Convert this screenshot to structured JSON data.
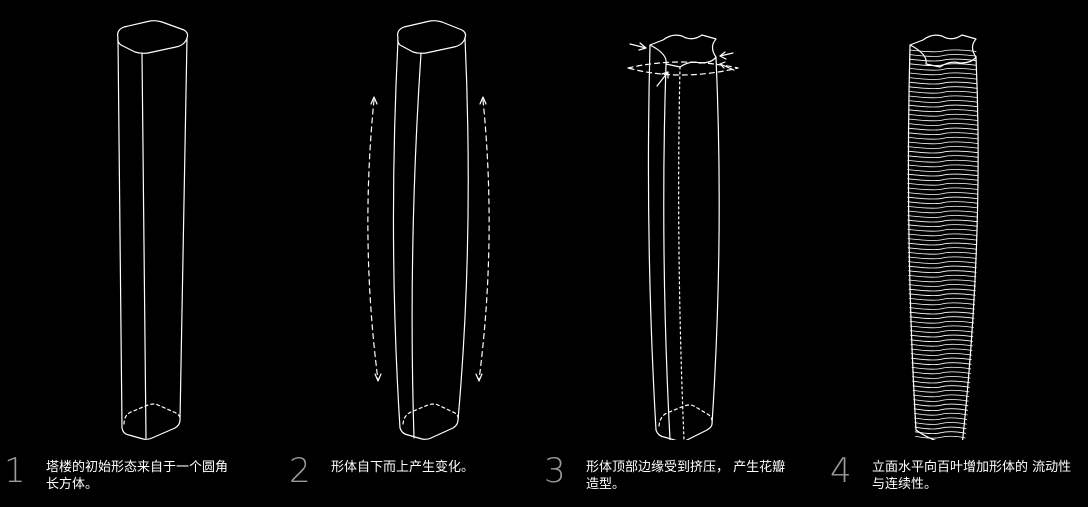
{
  "steps": [
    {
      "number": "1",
      "text": "塔楼的初始形态来自于一个圆角长方体。"
    },
    {
      "number": "2",
      "text": "形体自下而上产生变化。"
    },
    {
      "number": "3",
      "text": "形体顶部边缘受到挤压， 产生花瓣造型。"
    },
    {
      "number": "4",
      "text": "立面水平向百叶增加形体的 流动性与连续性。"
    }
  ],
  "colors": {
    "background": "#000000",
    "line": "#ffffff",
    "number": "#9a9a9a"
  }
}
